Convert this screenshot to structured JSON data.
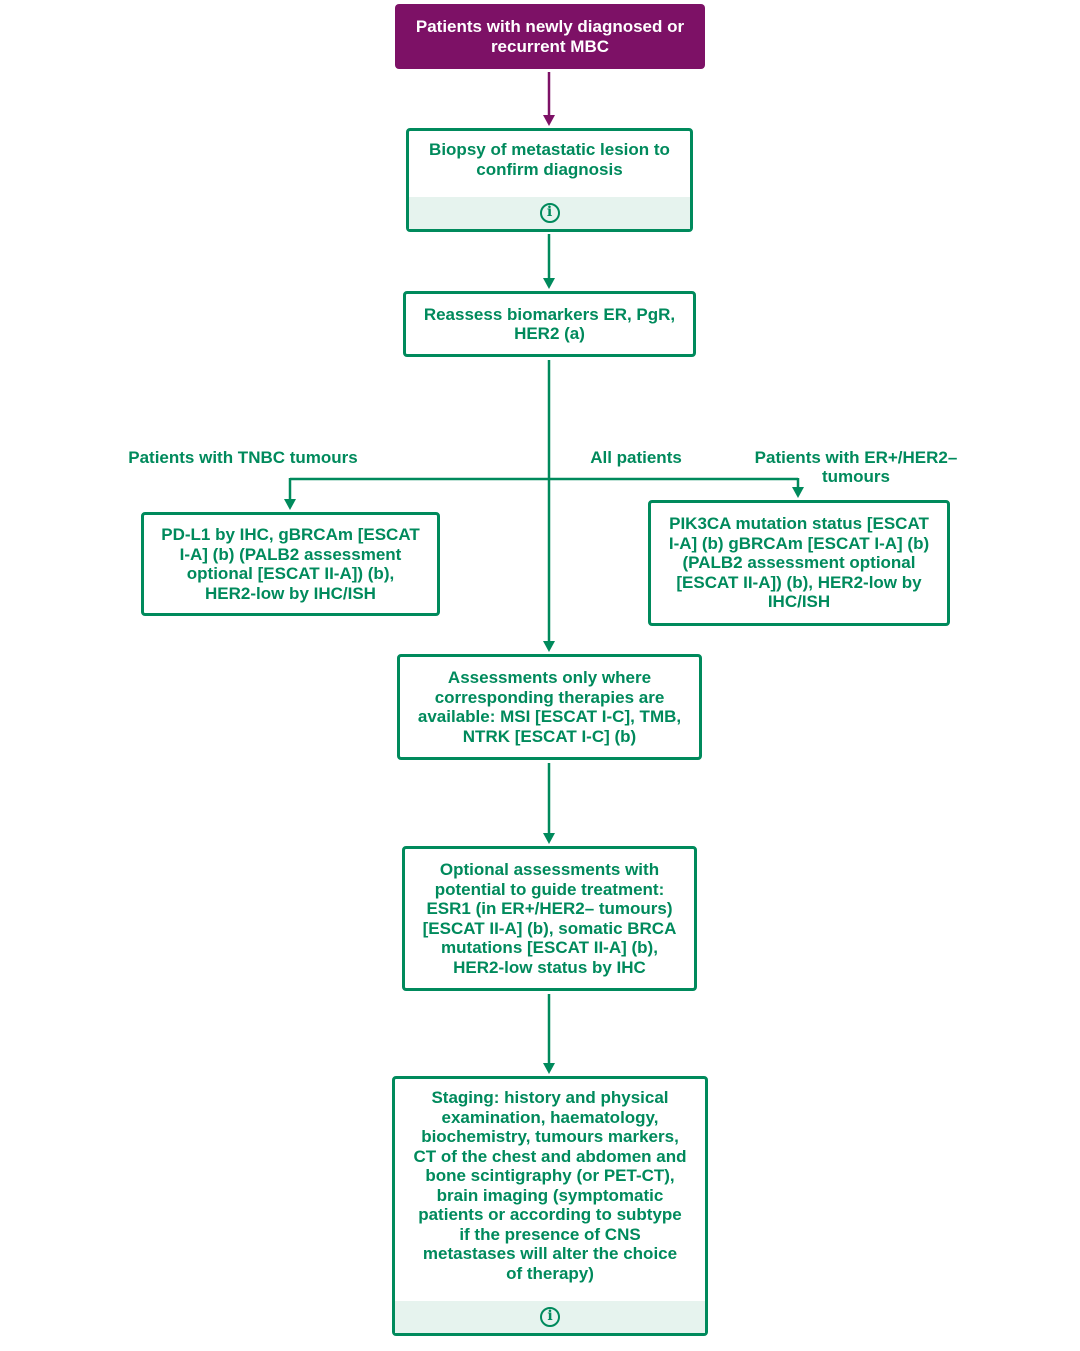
{
  "start": {
    "label": "Patients with newly diagnosed or\nrecurrent MBC"
  },
  "nodes": {
    "biopsy": "Biopsy of metastatic lesion to\nconfirm diagnosis",
    "reassess": "Reassess biomarkers ER, PgR,\nHER2 (a)",
    "tnbc_tests": "PD-L1 by IHC, gBRCAm [ESCAT\nI-A] (b) (PALB2 assessment\noptional [ESCAT II-A]) (b),\nHER2-low by IHC/ISH",
    "er_tests": "PIK3CA mutation status [ESCAT\nI-A] (b) gBRCAm [ESCAT I-A] (b)\n(PALB2 assessment optional\n[ESCAT II-A]) (b), HER2-low by\nIHC/ISH",
    "assessments_only": "Assessments only where\ncorresponding therapies are\navailable: MSI [ESCAT I-C], TMB,\nNTRK [ESCAT I-C] (b)",
    "optional": "Optional assessments with\npotential to guide treatment:\nESR1 (in ER+/HER2– tumours)\n[ESCAT II-A] (b), somatic BRCA\nmutations [ESCAT II-A] (b),\nHER2-low status by IHC",
    "staging": "Staging: history and physical\nexamination, haematology,\nbiochemistry, tumours markers,\nCT of the chest and abdomen and\nbone scintigraphy (or PET-CT),\nbrain imaging (symptomatic\npatients or according to subtype\nif the presence of CNS\nmetastases will alter the choice\nof therapy)"
  },
  "branch_labels": {
    "tnbc": "Patients with TNBC tumours",
    "all": "All patients",
    "er": "Patients with ER+/HER2–\ntumours"
  },
  "info_icon_glyph": "i",
  "icons": {
    "info": "info-circle-icon"
  },
  "colors": {
    "green": "#008a5c",
    "purple": "#7d1166",
    "info_band": "#e6f3ee"
  }
}
